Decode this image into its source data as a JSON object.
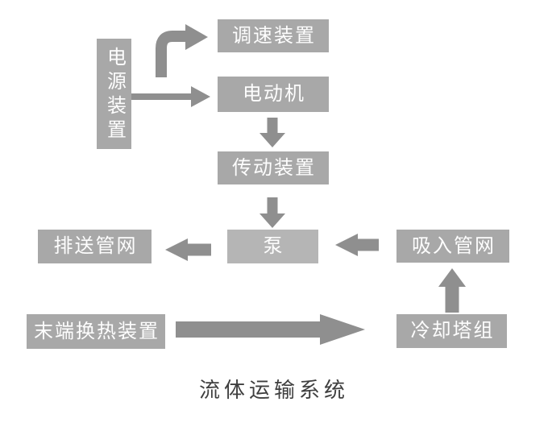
{
  "title": "流体运输系统",
  "colors": {
    "box_fill": "#a8a8a8",
    "pump_box_fill": "#b5b5b5",
    "arrow": "#8f8f8f",
    "box_text": "#fdfdfd",
    "title_text": "#3f3f3f",
    "background": "#ffffff"
  },
  "nodes": {
    "power_supply": "电源装置",
    "speed_control": "调速装置",
    "motor": "电动机",
    "transmission": "传动装置",
    "pump": "泵",
    "discharge_network": "排送管网",
    "suction_network": "吸入管网",
    "terminal_heat_exchanger": "末端换热装置",
    "cooling_tower": "冷却塔组"
  },
  "edges": [
    {
      "from": "电源装置",
      "to": "调速装置"
    },
    {
      "from": "电源装置",
      "to": "电动机"
    },
    {
      "from": "电动机",
      "to": "传动装置"
    },
    {
      "from": "传动装置",
      "to": "泵"
    },
    {
      "from": "泵",
      "to": "排送管网"
    },
    {
      "from": "吸入管网",
      "to": "泵"
    },
    {
      "from": "冷却塔组",
      "to": "吸入管网"
    },
    {
      "from": "末端换热装置",
      "to": "冷却塔组"
    }
  ]
}
